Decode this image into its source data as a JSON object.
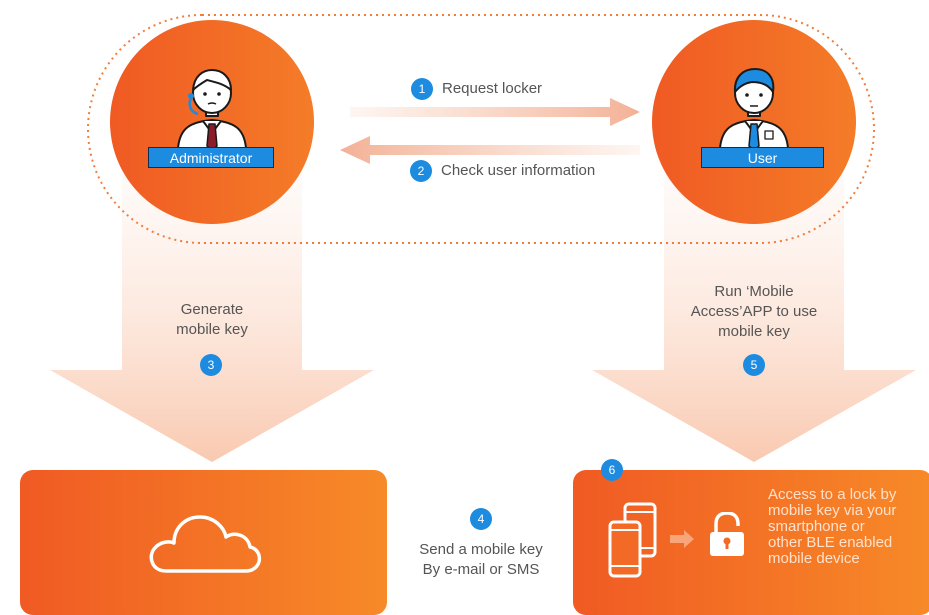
{
  "actors": {
    "administrator": "Administrator",
    "user": "User"
  },
  "steps": {
    "s1": {
      "num": "1",
      "text": "Request locker"
    },
    "s2": {
      "num": "2",
      "text": "Check user information"
    },
    "s3": {
      "num": "3",
      "line1": "Generate",
      "line2": "mobile key"
    },
    "s4": {
      "num": "4",
      "line1": "Send a mobile key",
      "line2": "By e-mail or SMS"
    },
    "s5": {
      "num": "5",
      "line1": "Run ‘Mobile",
      "line2": "Access’APP to use",
      "line3": "mobile key"
    },
    "s6": {
      "num": "6",
      "line1": "Access to a lock by",
      "line2": "mobile key via your",
      "line3": "smartphone or",
      "line4": "other BLE enabled",
      "line5": "mobile device"
    }
  },
  "icons": [
    "administrator-avatar-icon",
    "user-avatar-icon",
    "cloud-icon",
    "smartphones-icon",
    "transfer-arrow-icon",
    "padlock-icon"
  ],
  "colors": {
    "orange": "#f05a23",
    "orange_light": "#f78a28",
    "blue": "#1d8be0",
    "arrow_fade": "#f9d2c0"
  }
}
